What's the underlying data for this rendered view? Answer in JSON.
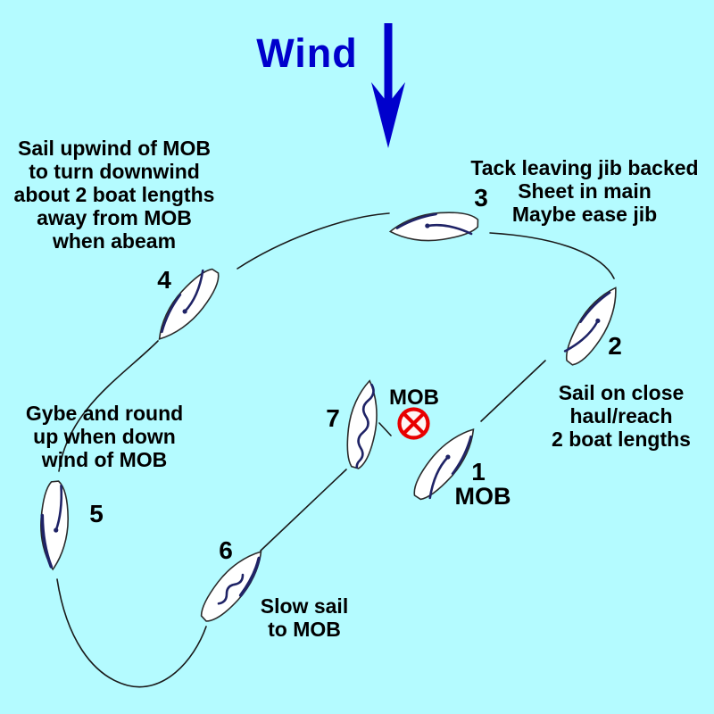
{
  "title": "Man overboard sailing recovery diagram",
  "colors": {
    "bg": "#B4FBFF",
    "blue": "#0000CC",
    "red": "#E80000",
    "navy": "#1F2366",
    "hull": "#FFFFFF",
    "outline": "#2B2B2B",
    "line": "#1A1A1A",
    "ink": "#000000"
  },
  "wind": {
    "label": "Wind"
  },
  "mob_marker": {
    "label": "MOB"
  },
  "notes": {
    "upwind": "Sail upwind of MOB\nto turn downwind\nabout 2 boat lengths\naway from MOB\nwhen abeam",
    "tack": "Tack leaving jib backed\nSheet in main\nMaybe ease jib",
    "close_haul": "Sail on close\nhaul/reach\n2 boat lengths",
    "gybe": "Gybe and round\nup when down\nwind of MOB",
    "slow_sail": "Slow sail\nto MOB"
  },
  "boats": [
    {
      "number": "1",
      "label": "MOB"
    },
    {
      "number": "2"
    },
    {
      "number": "3"
    },
    {
      "number": "4"
    },
    {
      "number": "5"
    },
    {
      "number": "6"
    },
    {
      "number": "7"
    }
  ]
}
